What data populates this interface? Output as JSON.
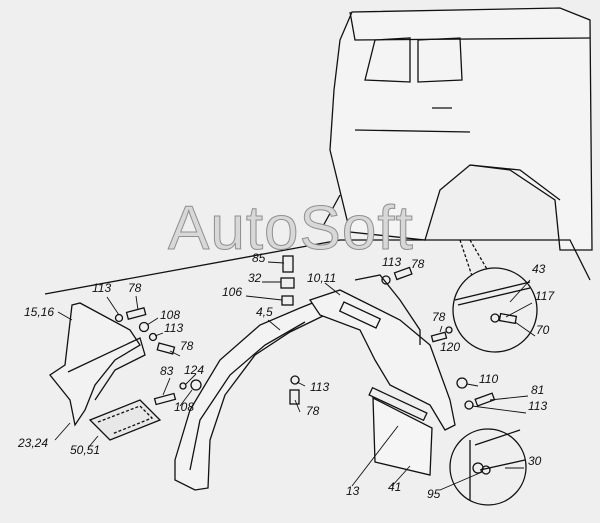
{
  "watermark": "AutoSoft",
  "labels": {
    "l113a": "113",
    "l78a": "78",
    "l1516": "15,16",
    "l108a": "108",
    "l113b": "113",
    "l78b": "78",
    "l83": "83",
    "l124": "124",
    "l108b": "108",
    "l2324": "23,24",
    "l5051": "50,51",
    "l85": "85",
    "l32": "32",
    "l106": "106",
    "l45": "4,5",
    "l1011": "10,11",
    "l113c": "113",
    "l78c": "78",
    "l43": "43",
    "l117": "117",
    "l70": "70",
    "l78d": "78",
    "l120": "120",
    "l113d": "113",
    "l78e": "78",
    "l110": "110",
    "l81": "81",
    "l113e": "113",
    "l13": "13",
    "l41": "41",
    "l30": "30",
    "l95": "95"
  },
  "colors": {
    "background": "#efefef",
    "ink": "#111111"
  }
}
